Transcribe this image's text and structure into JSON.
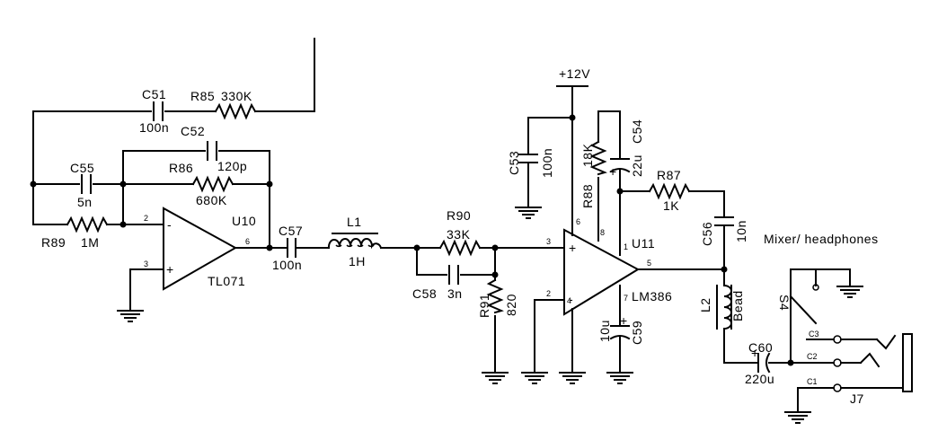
{
  "components": {
    "C51": {
      "ref": "C51",
      "value": "100n"
    },
    "R85": {
      "ref": "R85",
      "value": "330K"
    },
    "C52": {
      "ref": "C52",
      "value": "120p"
    },
    "C55": {
      "ref": "C55",
      "value": "5n"
    },
    "R86": {
      "ref": "R86",
      "value": "680K"
    },
    "R89": {
      "ref": "R89",
      "value": "1M"
    },
    "U10": {
      "ref": "U10",
      "value": "TL071"
    },
    "C57": {
      "ref": "C57",
      "value": "100n"
    },
    "L1": {
      "ref": "L1",
      "value": "1H"
    },
    "R90": {
      "ref": "R90",
      "value": "33K"
    },
    "C58": {
      "ref": "C58",
      "value": "3n"
    },
    "R91": {
      "ref": "R91",
      "value": "820"
    },
    "C53": {
      "ref": "C53",
      "value": "100n"
    },
    "R88": {
      "ref": "R88",
      "value": "18K"
    },
    "C54": {
      "ref": "C54",
      "value": "22u"
    },
    "U11": {
      "ref": "U11",
      "value": "LM386"
    },
    "C59": {
      "ref": "C59",
      "value": "10u"
    },
    "R87": {
      "ref": "R87",
      "value": "1K"
    },
    "C56": {
      "ref": "C56",
      "value": "10n"
    },
    "L2": {
      "ref": "L2",
      "value": "Bead"
    },
    "C60": {
      "ref": "C60",
      "value": "220u"
    },
    "S4": {
      "ref": "S4"
    },
    "J7": {
      "ref": "J7"
    }
  },
  "power_label": "+12V",
  "output_label": "Mixer/ headphones",
  "pins": {
    "u10_in_neg": "2",
    "u10_in_pos": "3",
    "u10_out": "6",
    "u11_in_pos": "3",
    "u11_in_neg": "2",
    "u11_gnd": "4",
    "u11_vs": "6",
    "u11_g8": "8",
    "u11_g1": "1",
    "u11_out": "5",
    "u11_byp": "7",
    "u10_plus": "+",
    "u10_minus": "-",
    "u11_plus": "+",
    "u11_minus": "-",
    "j7_c1": "C1",
    "j7_c2": "C2",
    "j7_c3": "C3",
    "pol": "+"
  }
}
